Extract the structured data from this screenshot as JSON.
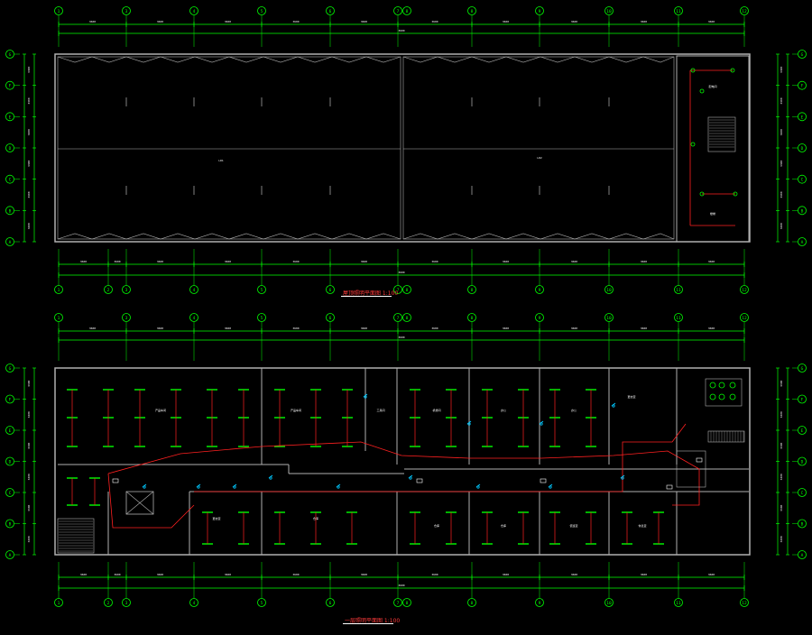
{
  "colors": {
    "background": "#000000",
    "grid": "#00ff00",
    "wall": "#b0b0b0",
    "wiring": "#ff2020",
    "fixture": "#00ff00",
    "switch": "#00c8ff",
    "text": "#ffffff",
    "title": "#ff3a3a"
  },
  "plans": [
    {
      "key": "top",
      "title": "屋顶照明平面图 1:100"
    },
    {
      "key": "bottom",
      "title": "一层照明平面图 1:100"
    }
  ],
  "axis_labels": {
    "columns_top": [
      "1",
      "3",
      "4",
      "5",
      "6",
      "7",
      "8",
      "9",
      "10",
      "11",
      "12",
      "13"
    ],
    "columns_bottom": [
      "1",
      "2",
      "3",
      "4",
      "5",
      "6",
      "7",
      "8",
      "9",
      "10",
      "11",
      "12",
      "13"
    ],
    "rows": [
      "G",
      "F",
      "E",
      "D",
      "C",
      "B",
      "A"
    ]
  },
  "room_labels": {
    "top": [
      "配电间",
      "楼梯"
    ],
    "bottom": [
      "产品车间",
      "产品车间",
      "工具间",
      "机修间",
      "办公",
      "办公",
      "更衣室",
      "更衣室",
      "仓库",
      "仓库",
      "仓库",
      "值班室",
      "休息室"
    ]
  }
}
